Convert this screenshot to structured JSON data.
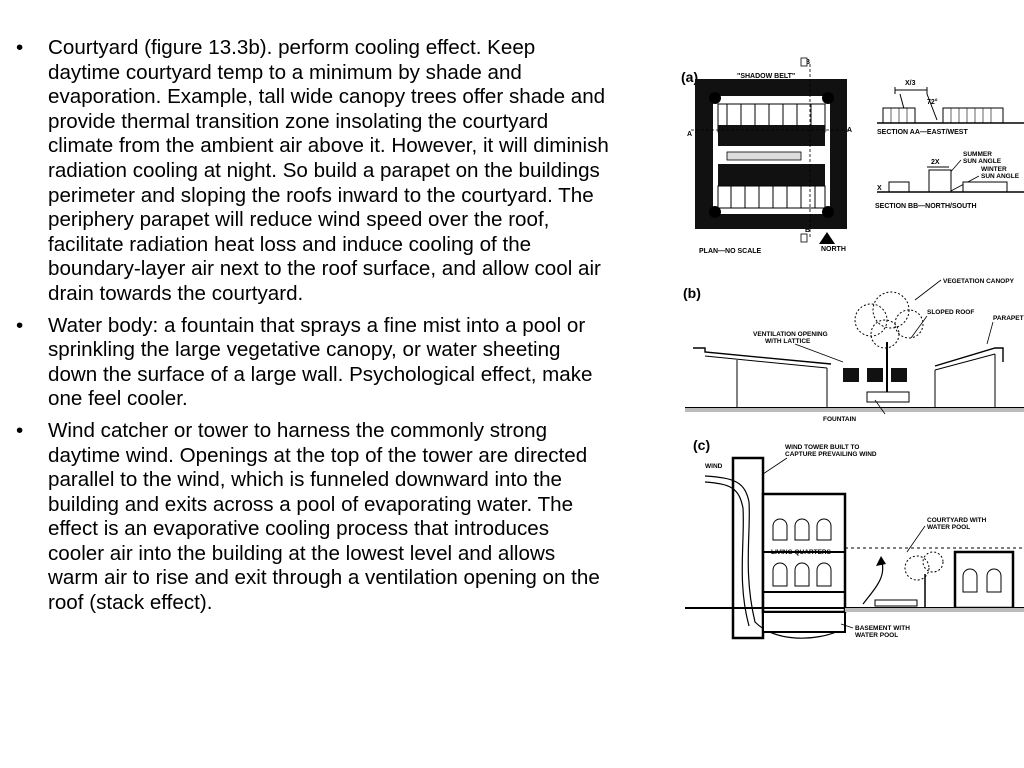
{
  "bullets": [
    {
      "mark": "•",
      "text": "Courtyard (figure 13.3b).  perform cooling effect. Keep daytime courtyard temp to a minimum by shade and evaporation.  Example, tall wide canopy trees offer shade and provide thermal transition zone insolating  the courtyard climate from the ambient air above it.  However, it will diminish radiation cooling at night.  So build a parapet on the buildings perimeter and sloping the roofs inward to the courtyard.  The periphery parapet will reduce wind speed over the roof, facilitate radiation heat loss and induce cooling of the boundary-layer air next to the roof surface, and allow cool air drain towards the courtyard."
    },
    {
      "mark": "•",
      "text": " Water body: a fountain that sprays a fine  mist into a pool or sprinkling the large vegetative canopy, or water sheeting down the surface of a large wall.  Psychological effect, make one feel cooler."
    },
    {
      "mark": "•",
      "text": "Wind catcher or tower to harness the commonly strong daytime wind.  Openings at the top of the tower are directed parallel to the wind, which is funneled downward into the building and exits across a pool of evaporating water.  The effect is an evaporative cooling process that introduces cooler air into the building at the lowest level and allows warm air to rise and exit through a ventilation opening on the roof (stack effect)."
    }
  ],
  "figure": {
    "a": {
      "label": "(a)",
      "shadow_belt": "\"SHADOW BELT\"",
      "section_a_marker": "A",
      "section_b_marker": "B",
      "x3": "X/3",
      "angle": "72°",
      "section_aa": "SECTION AA—EAST/WEST",
      "two_x": "2X",
      "x": "X",
      "summer": "SUMMER",
      "sun_angle_1": "SUN ANGLE",
      "winter": "WINTER",
      "sun_angle_2": "SUN ANGLE",
      "section_bb": "SECTION BB—NORTH/SOUTH",
      "plan": "PLAN—NO SCALE",
      "north": "NORTH"
    },
    "b": {
      "label": "(b)",
      "vegetation": "VEGETATION CANOPY",
      "sloped_roof": "SLOPED ROOF",
      "parapet": "PARAPET",
      "ventilation_1": "VENTILATION OPENING",
      "ventilation_2": "WITH LATTICE",
      "fountain": "FOUNTAIN"
    },
    "c": {
      "label": "(c)",
      "wind": "WIND",
      "tower_1": "WIND TOWER BUILT TO",
      "tower_2": "CAPTURE PREVAILING WIND",
      "living": "LIVING QUARTERS",
      "courtyard_1": "COURTYARD WITH",
      "courtyard_2": "WATER POOL",
      "basement_1": "BASEMENT WITH",
      "basement_2": "WATER POOL"
    }
  }
}
